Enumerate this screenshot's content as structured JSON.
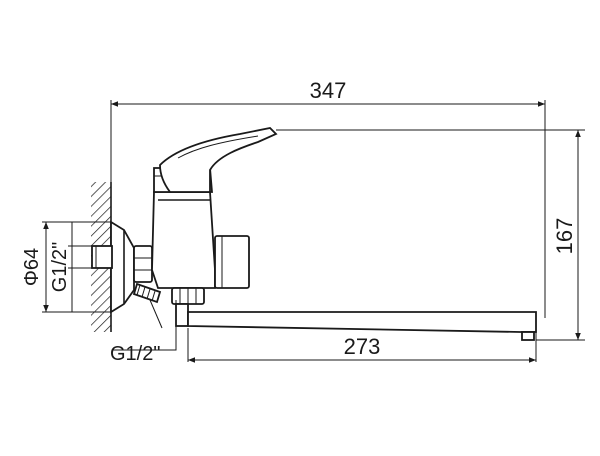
{
  "dimensions": {
    "overall_length": "347",
    "spout_length": "273",
    "height": "167",
    "flange_diameter": "Φ64",
    "inlet_thread": "G1/2\"",
    "outlet_thread": "G1/2\""
  },
  "colors": {
    "stroke": "#1a1a1a",
    "background": "#ffffff"
  }
}
